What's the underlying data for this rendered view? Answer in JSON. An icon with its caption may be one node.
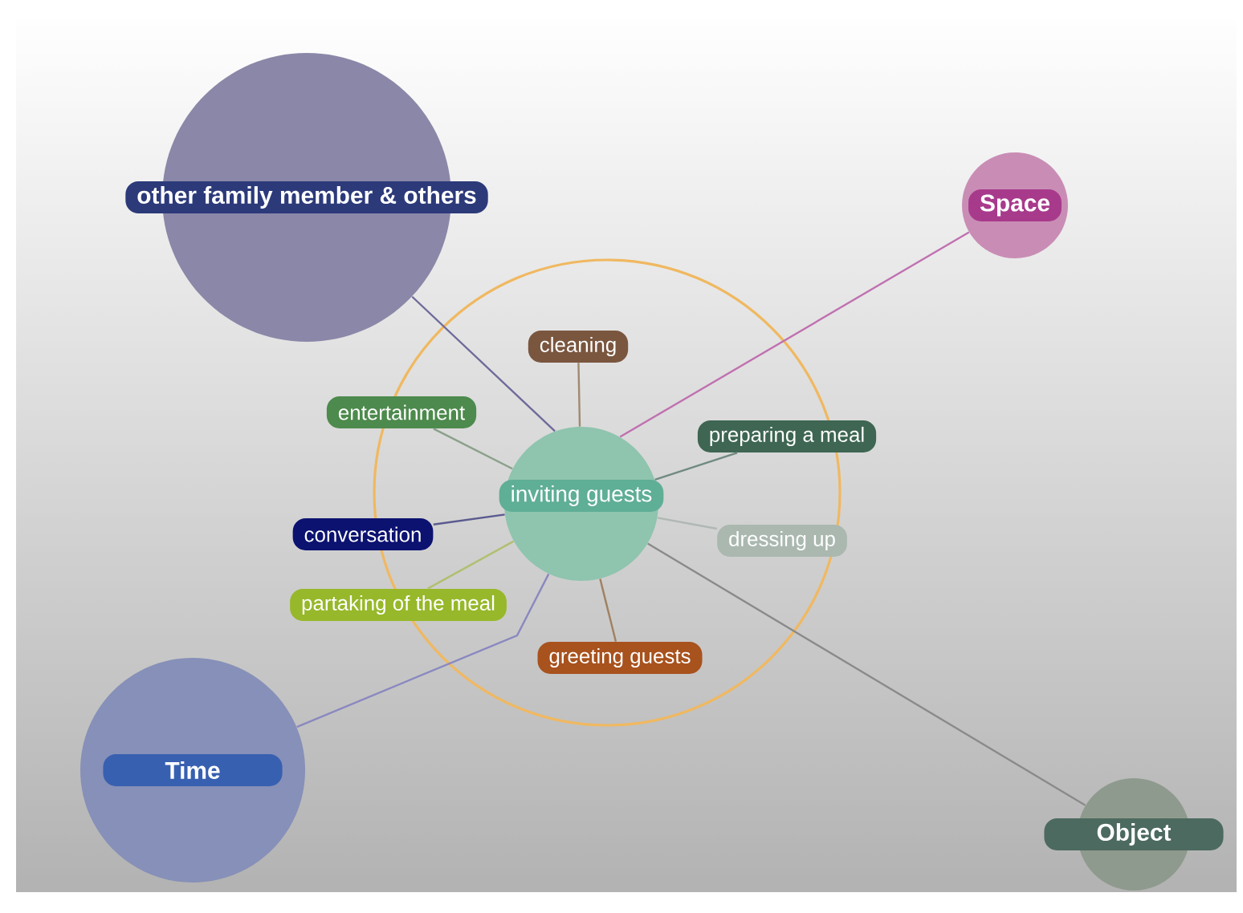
{
  "diagram": {
    "nodes": [
      {
        "text": [
          "other family member & others"
        ]
      },
      {
        "text": [
          "Space"
        ]
      },
      {
        "text": [],
        "shape": "circle"
      },
      {
        "text": [
          "inviting guests"
        ],
        "in": 2
      },
      {
        "text": [
          "cleaning"
        ],
        "in": 2
      },
      {
        "text": [
          "entertainment"
        ]
      },
      {
        "text": [
          "preparing a meal"
        ]
      },
      {
        "text": [
          "conversation"
        ]
      },
      {
        "text": [
          "dressing up"
        ],
        "in": 2
      },
      {
        "text": [
          "partaking of the meal"
        ]
      },
      {
        "text": [
          "greeting guests"
        ],
        "in": 2
      },
      {
        "text": [
          "Time"
        ]
      },
      {
        "text": [
          "Object"
        ]
      }
    ],
    "edges": [
      {
        "from": 3,
        "to": 0,
        "arrow": "none",
        "color": "#6e6a9a"
      },
      {
        "from": 3,
        "to": 1,
        "arrow": "none",
        "color": "#c070b0"
      },
      {
        "from": 3,
        "to": 4,
        "arrow": "none",
        "color": "#a08a70"
      },
      {
        "from": 3,
        "to": 5,
        "arrow": "none",
        "color": "#8aa08a"
      },
      {
        "from": 3,
        "to": 6,
        "arrow": "none",
        "color": "#708a80"
      },
      {
        "from": 3,
        "to": 7,
        "arrow": "none",
        "color": "#5a5a90"
      },
      {
        "from": 3,
        "to": 8,
        "arrow": "none",
        "color": "#b0b8b4"
      },
      {
        "from": 3,
        "to": 9,
        "arrow": "none",
        "color": "#b0c070"
      },
      {
        "from": 3,
        "to": 10,
        "arrow": "none",
        "color": "#a08060"
      },
      {
        "from": 3,
        "to": 11,
        "arrow": "none",
        "color": "#8a88c0"
      },
      {
        "from": 3,
        "to": 12,
        "arrow": "none",
        "color": "#8a8a8a"
      }
    ]
  }
}
